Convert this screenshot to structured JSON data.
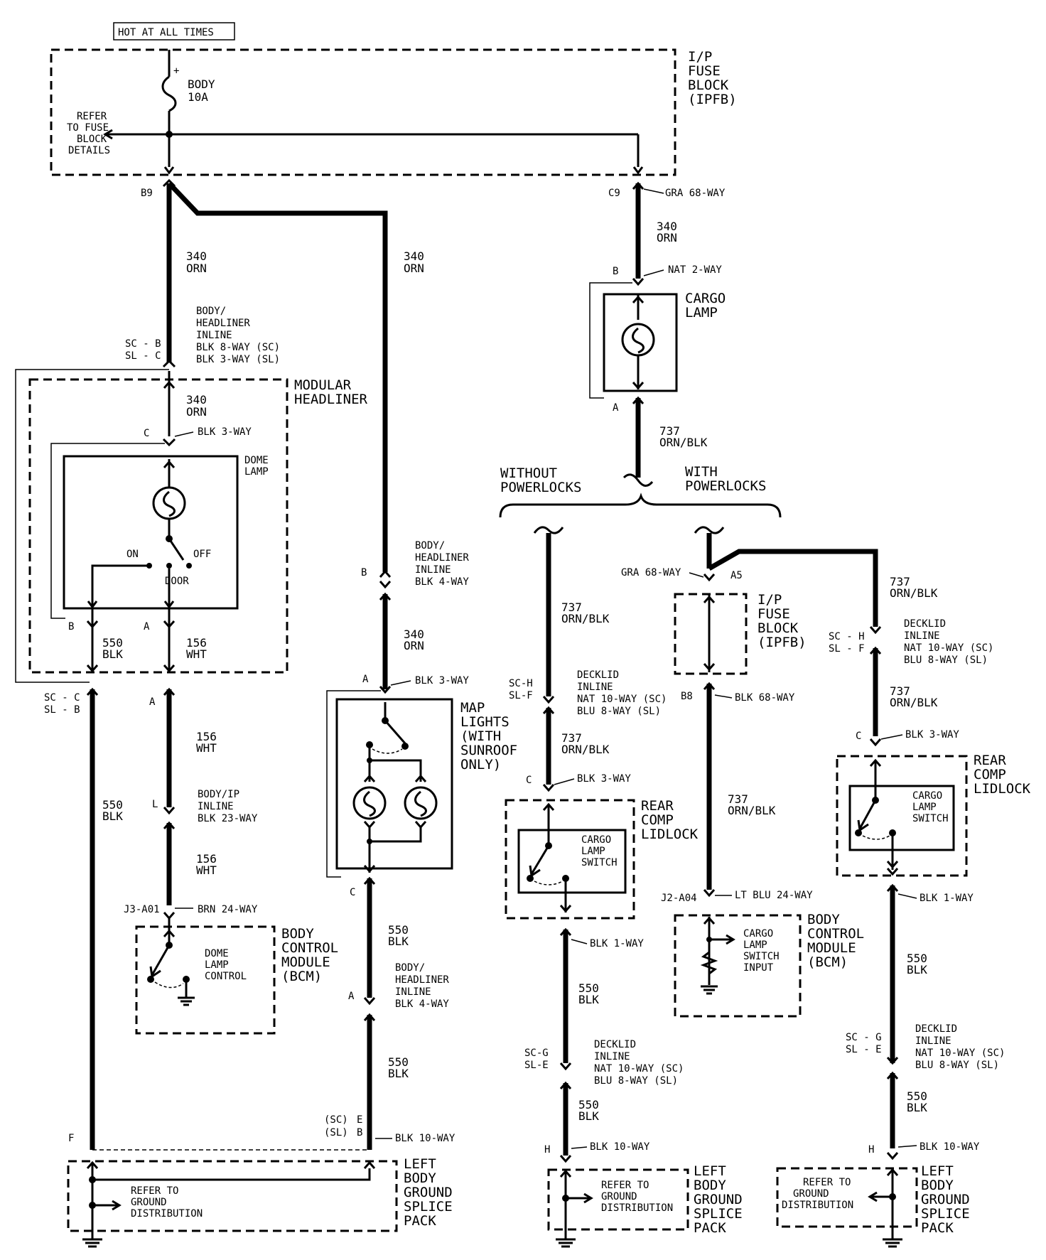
{
  "top": {
    "hot_label": "HOT AT ALL TIMES"
  },
  "fuse_block": {
    "l1": "I/P",
    "l2": "FUSE",
    "l3": "BLOCK",
    "l4": "(IPFB)",
    "fuse_l1": "BODY",
    "fuse_l2": "10A",
    "refer_l1": "REFER",
    "refer_l2": "TO FUSE",
    "refer_l3": "BLOCK",
    "refer_l4": "DETAILS",
    "pin_b9": "B9",
    "pin_c9": "C9",
    "conn_c9": "GRA 68-WAY"
  },
  "wires": {
    "w340_n": "340",
    "w340_c": "ORN",
    "w737_n": "737",
    "w737_c": "ORN/BLK",
    "w550_n": "550",
    "w550_c": "BLK",
    "w156_n": "156",
    "w156_c": "WHT"
  },
  "headliner": {
    "inline_l1": "BODY/",
    "inline_l2": "HEADLINER",
    "inline_l3": "INLINE",
    "inline_l4": "BLK 8-WAY (SC)",
    "inline_l5": "BLK 3-WAY (SL)",
    "sc_b": "SC - B",
    "sl_c": "SL - C",
    "title_l1": "MODULAR",
    "title_l2": "HEADLINER",
    "pin_c": "C",
    "conn_blk3": "BLK 3-WAY",
    "dome_l1": "DOME",
    "dome_l2": "LAMP",
    "sw_on": "ON",
    "sw_off": "OFF",
    "sw_door": "DOOR",
    "pin_b": "B",
    "pin_a": "A",
    "sc_c": "SC - C",
    "sl_b": "SL - B",
    "pin_a2": "A"
  },
  "map": {
    "inline_b": "B",
    "inline_l1": "BODY/",
    "inline_l2": "HEADLINER",
    "inline_l3": "INLINE",
    "inline_l4": "BLK 4-WAY",
    "pin_a": "A",
    "conn": "BLK 3-WAY",
    "t1": "MAP",
    "t2": "LIGHTS",
    "t3": "(WITH",
    "t4": "SUNROOF",
    "t5": "ONLY)",
    "pin_c": "C",
    "inline2_a": "A"
  },
  "bcm": {
    "inline_l": "L",
    "inline_l1": "BODY/IP",
    "inline_l2": "INLINE",
    "inline_l3": "BLK 23-WAY",
    "pin": "J3-A01",
    "conn": "BRN 24-WAY",
    "c1": "DOME",
    "c2": "LAMP",
    "c3": "CONTROL",
    "t1": "BODY",
    "t2": "CONTROL",
    "t3": "MODULE",
    "t4": "(BCM)"
  },
  "cargo": {
    "pin_b": "B",
    "conn": "NAT 2-WAY",
    "t1": "CARGO",
    "t2": "LAMP",
    "pin_a": "A",
    "without1": "WITHOUT",
    "without2": "POWERLOCKS",
    "with1": "WITH",
    "with2": "POWERLOCKS"
  },
  "left_branch": {
    "sch": "SC-H",
    "slf": "SL-F",
    "d1": "DECKLID",
    "d2": "INLINE",
    "d3": "NAT 10-WAY (SC)",
    "d4": "BLU 8-WAY (SL)",
    "pin_c": "C",
    "conn_c": "BLK 3-WAY",
    "r1": "REAR",
    "r2": "COMP",
    "r3": "LIDLOCK",
    "s1": "CARGO",
    "s2": "LAMP",
    "s3": "SWITCH",
    "blk1": "BLK 1-WAY",
    "scg": "SC-G",
    "sle": "SL-E",
    "pin_h": "H",
    "blk10": "BLK 10-WAY"
  },
  "mid_branch": {
    "gra": "GRA 68-WAY",
    "a5": "A5",
    "f1": "I/P",
    "f2": "FUSE",
    "f3": "BLOCK",
    "f4": "(IPFB)",
    "b8": "B8",
    "blk68": "BLK 68-WAY",
    "pin": "J2-A04",
    "conn": "LT BLU 24-WAY",
    "i1": "CARGO",
    "i2": "LAMP",
    "i3": "SWITCH",
    "i4": "INPUT",
    "t1": "BODY",
    "t2": "CONTROL",
    "t3": "MODULE",
    "t4": "(BCM)"
  },
  "right_branch": {
    "sch": "SC - H",
    "slf": "SL - F",
    "d1": "DECKLID",
    "d2": "INLINE",
    "d3": "NAT 10-WAY (SC)",
    "d4": "BLU 8-WAY (SL)",
    "pin_c": "C",
    "conn_c": "BLK 3-WAY",
    "r1": "REAR",
    "r2": "COMP",
    "r3": "LIDLOCK",
    "s1": "CARGO",
    "s2": "LAMP",
    "s3": "SWITCH",
    "blk1": "BLK 1-WAY",
    "scg": "SC - G",
    "sle": "SL - E",
    "pin_h": "H",
    "blk10": "BLK 10-WAY"
  },
  "ground": {
    "pin_f": "F",
    "sc": "(SC)",
    "sl": "(SL)",
    "pin_e": "E",
    "pin_b": "B",
    "blk10": "BLK 10-WAY",
    "ref1": "REFER TO",
    "ref2": "GROUND",
    "ref3": "DISTRIBUTION",
    "p1": "LEFT",
    "p2": "BODY",
    "p3": "GROUND",
    "p4": "SPLICE",
    "p5": "PACK"
  }
}
